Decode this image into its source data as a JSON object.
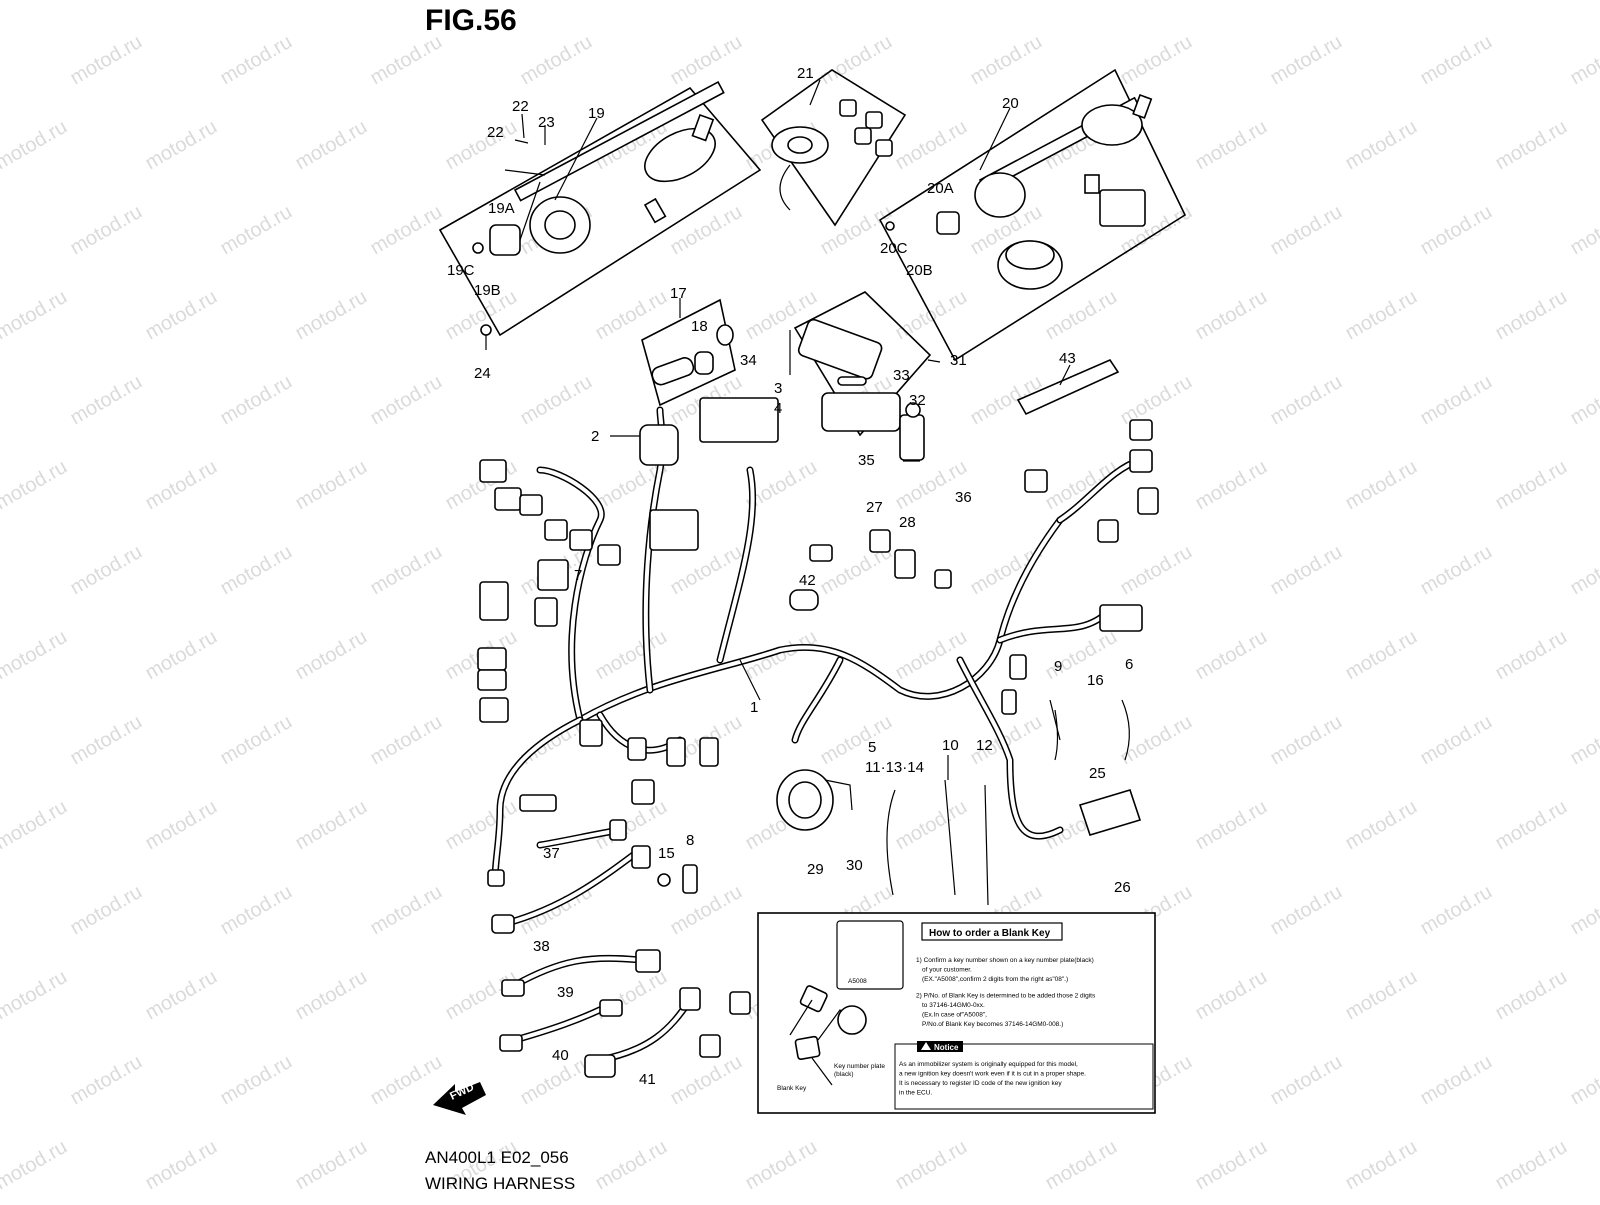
{
  "figure": {
    "title": "FIG.56",
    "code": "AN400L1 E02_056",
    "name": "WIRING HARNESS"
  },
  "watermark": "motod.ru",
  "callouts": [
    {
      "id": "c19",
      "text": "19"
    },
    {
      "id": "c22a",
      "text": "22"
    },
    {
      "id": "c22b",
      "text": "22"
    },
    {
      "id": "c23",
      "text": "23"
    },
    {
      "id": "c19A",
      "text": "19A"
    },
    {
      "id": "c19C",
      "text": "19C"
    },
    {
      "id": "c19B",
      "text": "19B"
    },
    {
      "id": "c24",
      "text": "24"
    },
    {
      "id": "c21",
      "text": "21"
    },
    {
      "id": "c20",
      "text": "20"
    },
    {
      "id": "c20A",
      "text": "20A"
    },
    {
      "id": "c20C",
      "text": "20C"
    },
    {
      "id": "c20B",
      "text": "20B"
    },
    {
      "id": "c17",
      "text": "17"
    },
    {
      "id": "c18",
      "text": "18"
    },
    {
      "id": "c34",
      "text": "34"
    },
    {
      "id": "c3",
      "text": "3"
    },
    {
      "id": "c4",
      "text": "4"
    },
    {
      "id": "c31",
      "text": "31"
    },
    {
      "id": "c33",
      "text": "33"
    },
    {
      "id": "c32",
      "text": "32"
    },
    {
      "id": "c43",
      "text": "43"
    },
    {
      "id": "c2",
      "text": "2"
    },
    {
      "id": "c35",
      "text": "35"
    },
    {
      "id": "c36",
      "text": "36"
    },
    {
      "id": "c27",
      "text": "27"
    },
    {
      "id": "c28",
      "text": "28"
    },
    {
      "id": "c7",
      "text": "7"
    },
    {
      "id": "c42",
      "text": "42"
    },
    {
      "id": "c1",
      "text": "1"
    },
    {
      "id": "c5",
      "text": "5"
    },
    {
      "id": "c9",
      "text": "9"
    },
    {
      "id": "c16",
      "text": "16"
    },
    {
      "id": "c6",
      "text": "6"
    },
    {
      "id": "c10",
      "text": "10"
    },
    {
      "id": "c12",
      "text": "12"
    },
    {
      "id": "c11",
      "text": "11·13·14"
    },
    {
      "id": "c25",
      "text": "25"
    },
    {
      "id": "c26",
      "text": "26"
    },
    {
      "id": "c29",
      "text": "29"
    },
    {
      "id": "c30",
      "text": "30"
    },
    {
      "id": "c37",
      "text": "37"
    },
    {
      "id": "c15",
      "text": "15"
    },
    {
      "id": "c8",
      "text": "8"
    },
    {
      "id": "c38",
      "text": "38"
    },
    {
      "id": "c39",
      "text": "39"
    },
    {
      "id": "c40",
      "text": "40"
    },
    {
      "id": "c41",
      "text": "41"
    }
  ],
  "blank_key_box": {
    "heading": "How to order a Blank Key",
    "key_plate_text": "A5008",
    "steps": [
      "1) Confirm a key number shown on a key number plate(black)",
      "of your customer.",
      "(EX.\"A5008\",confirm 2 digits from the right as\"08\".)",
      "2) P/No. of Blank Key is determined to be added those 2 digits",
      "to 37146-14GM0-0xx.",
      "(Ex.In case of\"A5008\",",
      "P/No.of Blank Key becomes 37146-14GM0-008.)"
    ],
    "notice_label": "Notice",
    "notice_lines": [
      "As an immobilizer system is originally equipped for this model,",
      "a new ignition key doesn't work even if it is cut in a proper shape.",
      "It is necessary to register ID code of the new ignition key",
      "in the ECU."
    ],
    "label_blank_key": "Blank Key",
    "label_plate_1": "Key number plate",
    "label_plate_2": "(black)"
  },
  "fwd_label": "FWD"
}
